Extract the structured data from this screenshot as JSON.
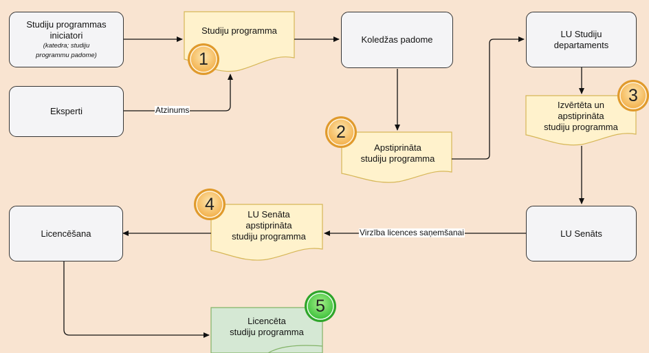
{
  "nodes": {
    "initiators": {
      "title_line1": "Studiju programmas",
      "title_line2": "iniciatori",
      "sub_line1": "(katedra; studiju",
      "sub_line2": "programmu padome)"
    },
    "experts": {
      "label": "Eksperti"
    },
    "study_program": {
      "label": "Studiju programma",
      "step": "1"
    },
    "college_council": {
      "label": "Koledžas padome"
    },
    "approved_program": {
      "line1": "Apstiprināta",
      "line2": "studiju programma",
      "step": "2"
    },
    "study_department": {
      "line1": "LU Studiju",
      "line2": "departaments"
    },
    "evaluated_program": {
      "line1": "Izvērtēta un",
      "line2": "apstiprināta",
      "line3": "studiju programma",
      "step": "3"
    },
    "senate": {
      "label": "LU Senāts"
    },
    "senate_approved_program": {
      "line1": "LU Senāta",
      "line2": "apstiprināta",
      "line3": "studiju programma",
      "step": "4"
    },
    "licensing": {
      "label": "Licencēšana"
    },
    "licensed_program": {
      "line1": "Licencēta",
      "line2": "studiju programma",
      "step": "5"
    }
  },
  "edges": {
    "experts_to_program": "Atzinums",
    "senate_to_approved": "Virzība licences saņemšanai"
  },
  "colors": {
    "background": "#f9e4d1",
    "box_fill": "#f4f4f6",
    "document_fill": "#fff2cc",
    "document_stroke": "#d6b656",
    "licensed_fill": "#d5e8d4",
    "licensed_stroke": "#82b366",
    "badge_orange": "#f2a63a",
    "badge_green": "#43c23c"
  }
}
